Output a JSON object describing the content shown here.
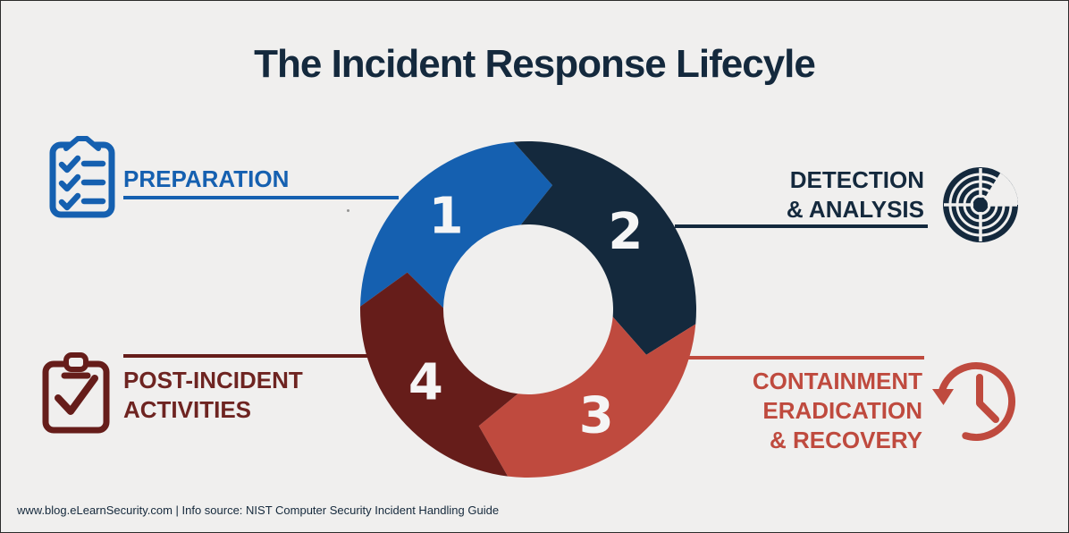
{
  "title": "The Incident Response Lifecyle",
  "footer": "www.blog.eLearnSecurity.com | Info source: NIST Computer Security Incident Handling Guide",
  "colors": {
    "background": "#f0efee",
    "blue": "#1560b0",
    "navy": "#14293d",
    "red": "#bf4a3e",
    "maroon": "#661d1a",
    "maroon_text": "#6e2421",
    "title_text": "#14293d",
    "number_text": "#f5f5f5",
    "footer_text": "#15293c"
  },
  "callouts": {
    "preparation": {
      "lines": [
        "PREPARATION"
      ],
      "icon": "clipboard-checklist-icon"
    },
    "detection": {
      "lines": [
        "DETECTION",
        "& ANALYSIS"
      ],
      "icon": "radar-icon"
    },
    "containment": {
      "lines": [
        "CONTAINMENT",
        "ERADICATION",
        "& RECOVERY"
      ],
      "icon": "history-clock-icon"
    },
    "post_incident": {
      "lines": [
        "POST-INCIDENT",
        "ACTIVITIES"
      ],
      "icon": "clipboard-check-icon"
    }
  },
  "chart_data": {
    "type": "pie",
    "subtype": "cycle-donut-with-arrows",
    "title": "The Incident Response Lifecyle",
    "direction": "clockwise",
    "legend_position": "around-chart",
    "segments": [
      {
        "number": "1",
        "label": "PREPARATION",
        "color": "#1560b0",
        "start_angle_deg": 271,
        "end_angle_deg": 355
      },
      {
        "number": "2",
        "label": "DETECTION & ANALYSIS",
        "color": "#14293d",
        "start_angle_deg": 355,
        "end_angle_deg": 455
      },
      {
        "number": "3",
        "label": "CONTAINMENT, ERADICATION & RECOVERY",
        "color": "#bf4a3e",
        "start_angle_deg": 95,
        "end_angle_deg": 187
      },
      {
        "number": "4",
        "label": "POST-INCIDENT ACTIVITIES",
        "color": "#661d1a",
        "start_angle_deg": 187,
        "end_angle_deg": 271
      }
    ],
    "geometry": {
      "outer_radius": 188,
      "inner_radius": 95,
      "arrow_overlap_deg": 16,
      "number_radius": 140
    }
  }
}
